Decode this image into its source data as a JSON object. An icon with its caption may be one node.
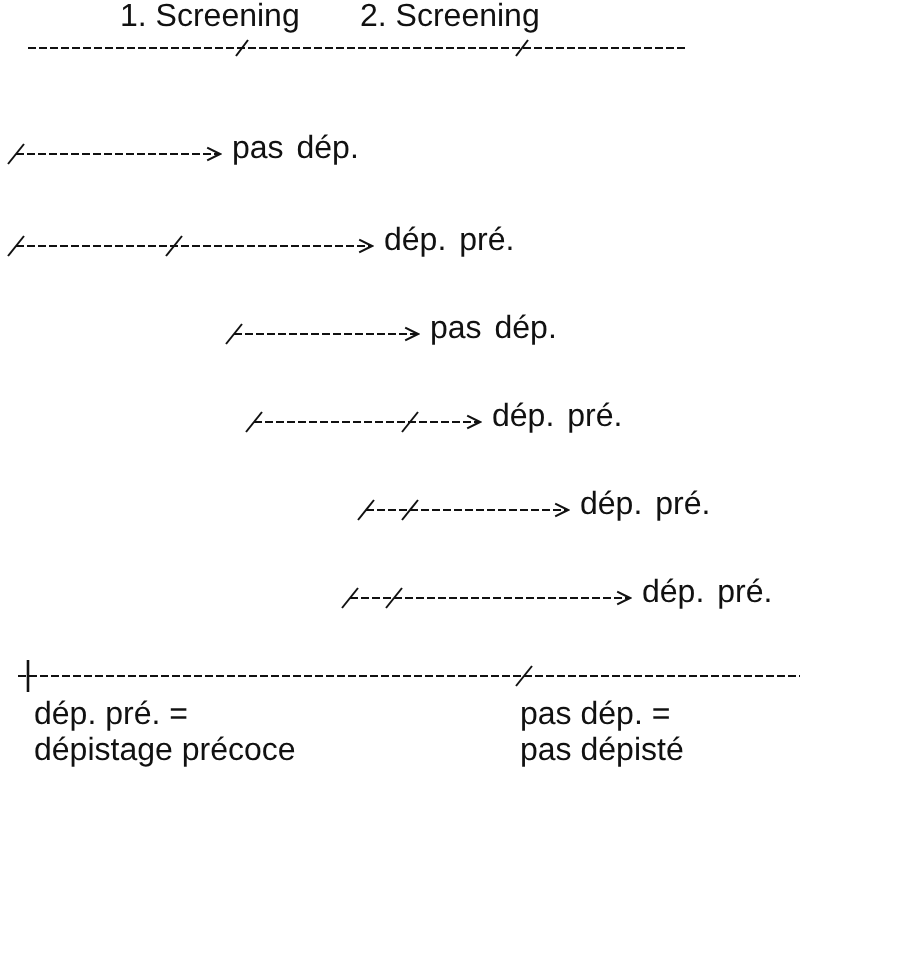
{
  "diagram": {
    "nodes": [
      {
        "text": [
          "pas dép."
        ]
      },
      {
        "text": [
          "dép. pré."
        ]
      },
      {
        "text": [
          "pas dép."
        ]
      },
      {
        "text": [
          "dép. pré."
        ]
      },
      {
        "text": [
          "dép. pré."
        ]
      },
      {
        "text": [
          "dép. pré."
        ]
      }
    ],
    "edges": [
      {
        "from": null,
        "to": 0,
        "arrow": "to",
        "style": "dashed"
      },
      {
        "from": null,
        "to": 1,
        "arrow": "to",
        "style": "dashed"
      },
      {
        "from": null,
        "to": 2,
        "arrow": "to",
        "style": "dashed"
      },
      {
        "from": null,
        "to": 3,
        "arrow": "to",
        "style": "dashed"
      },
      {
        "from": null,
        "to": 4,
        "arrow": "to",
        "style": "dashed"
      },
      {
        "from": null,
        "to": 5,
        "arrow": "to",
        "style": "dashed"
      }
    ],
    "labels": [
      "1. Screening",
      "2. Screening",
      "dép. pré. = dépistage précoce",
      "pas dép. = pas dépisté"
    ]
  }
}
